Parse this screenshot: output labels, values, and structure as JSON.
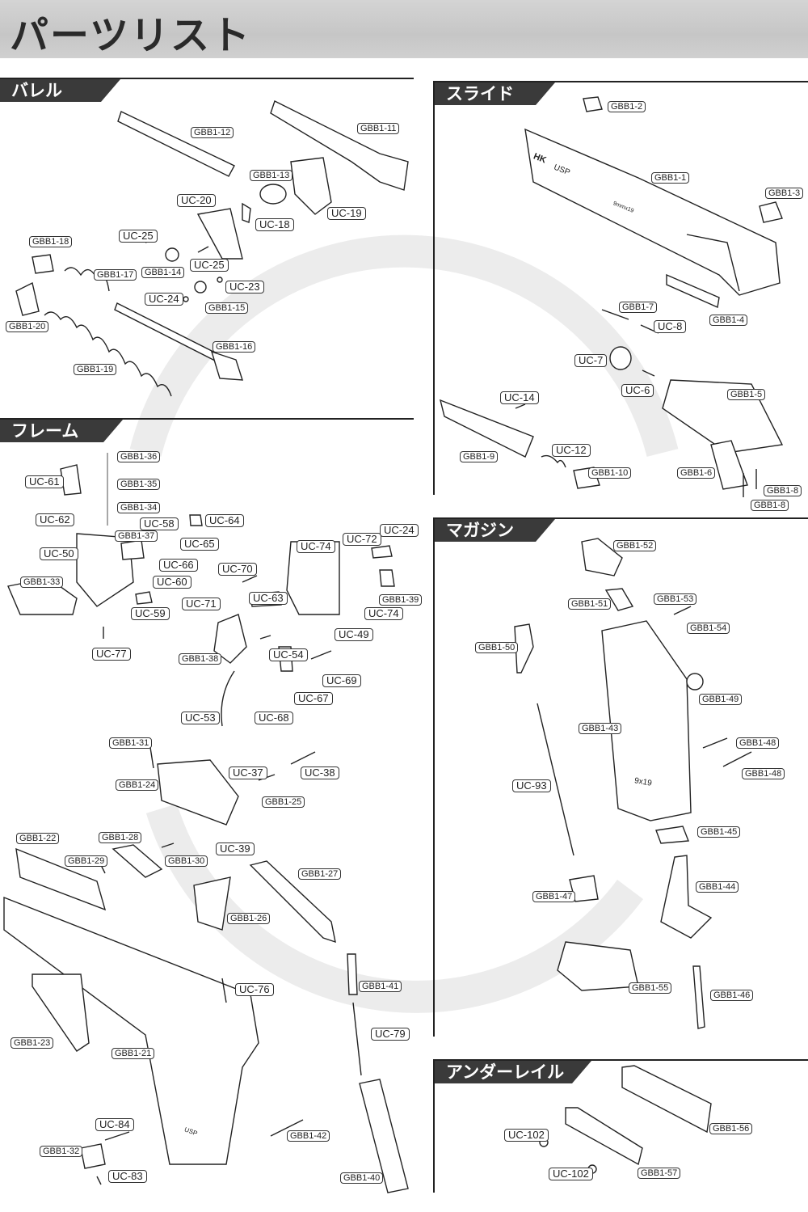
{
  "page_title": "パーツリスト",
  "sections": {
    "barrel": {
      "title": "バレル",
      "labels": [
        "GBB1-12",
        "GBB1-11",
        "GBB1-13",
        "UC-20",
        "UC-19",
        "UC-18",
        "UC-25",
        "GBB1-14",
        "UC-25",
        "UC-23",
        "UC-24",
        "GBB1-15",
        "GBB1-18",
        "GBB1-17",
        "GBB1-20",
        "GBB1-16",
        "GBB1-19"
      ]
    },
    "slide": {
      "title": "スライド",
      "labels": [
        "GBB1-2",
        "GBB1-1",
        "GBB1-3",
        "GBB1-4",
        "GBB1-7",
        "UC-8",
        "UC-7",
        "UC-6",
        "GBB1-5",
        "UC-14",
        "GBB1-9",
        "UC-12",
        "GBB1-10",
        "GBB1-6",
        "GBB1-8",
        "GBB1-8"
      ]
    },
    "frame": {
      "title": "フレーム",
      "labels": [
        "GBB1-36",
        "UC-61",
        "GBB1-35",
        "GBB1-34",
        "UC-62",
        "UC-58",
        "UC-64",
        "GBB1-37",
        "UC-65",
        "UC-50",
        "UC-66",
        "UC-60",
        "GBB1-33",
        "UC-59",
        "UC-77",
        "UC-74",
        "UC-72",
        "UC-24",
        "UC-70",
        "UC-71",
        "UC-63",
        "GBB1-39",
        "UC-74",
        "UC-49",
        "GBB1-38",
        "UC-54",
        "UC-69",
        "UC-67",
        "UC-53",
        "UC-68",
        "GBB1-31",
        "UC-37",
        "UC-38",
        "GBB1-24",
        "GBB1-25",
        "GBB1-22",
        "GBB1-28",
        "GBB1-29",
        "GBB1-30",
        "UC-39",
        "GBB1-27",
        "GBB1-26",
        "UC-76",
        "GBB1-41",
        "GBB1-23",
        "GBB1-21",
        "UC-79",
        "UC-84",
        "GBB1-42",
        "GBB1-32",
        "UC-83",
        "GBB1-40"
      ]
    },
    "magazine": {
      "title": "マガジン",
      "labels": [
        "GBB1-52",
        "GBB1-51",
        "GBB1-53",
        "GBB1-54",
        "GBB1-50",
        "GBB1-49",
        "GBB1-43",
        "GBB1-48",
        "GBB1-48",
        "UC-93",
        "GBB1-45",
        "GBB1-44",
        "GBB1-47",
        "GBB1-55",
        "GBB1-46"
      ]
    },
    "under_rail": {
      "title": "アンダーレイル",
      "labels": [
        "GBB1-56",
        "UC-102",
        "UC-102",
        "GBB1-57"
      ]
    }
  },
  "part_markings": {
    "slide_brand": "HK",
    "slide_model": "USP",
    "slide_caliber": "9mmx19",
    "magazine_caliber": "9x19",
    "grip_model": "USP"
  }
}
